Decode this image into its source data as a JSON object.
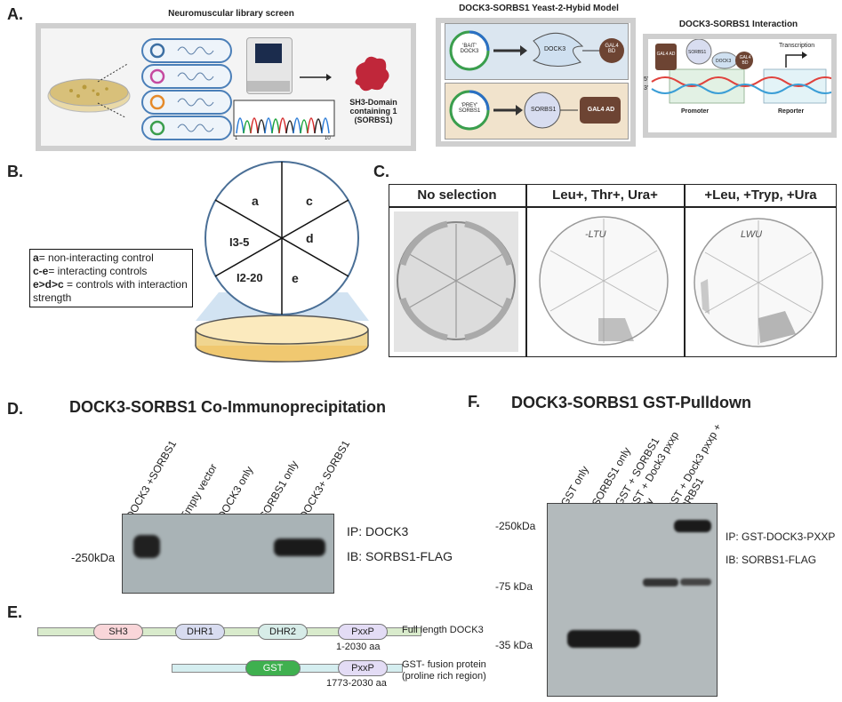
{
  "panels": {
    "a": "A.",
    "b": "B.",
    "c": "C.",
    "d": "D.",
    "e": "E.",
    "f": "F."
  },
  "panel_a": {
    "screen_title": "Neuromuscular library screen",
    "seq_axis_start": "1",
    "seq_axis_end": "10",
    "result_label": "SH3-Domain containing 1 (SORBS1)",
    "y2h_title": "DOCK3-SORBS1 Yeast-2-Hybid Model",
    "bait_plasmid": "'BAIT' DOCK3",
    "bait_protein": "DOCK3",
    "bait_domain": "GAL4 BD",
    "prey_plasmid": "'PREY' SORBS1",
    "prey_protein": "SORBS1",
    "prey_domain": "GAL4 AD",
    "interaction_title": "DOCK3-SORBS1 Interaction",
    "int_ad": "GAL4 AD",
    "int_sorbs1": "SORBS1",
    "int_dock3": "DOCK3",
    "int_bd": "GAL4 BD",
    "transcription": "Transcription",
    "strand5": "5'",
    "strand3": "3'",
    "promoter": "Promoter",
    "reporter": "Reporter",
    "colors": {
      "sorbs1": "#c0273a",
      "bait_box": "#dbe6f0",
      "prey_box": "#f1e3cc",
      "gal4": "#6d4433"
    }
  },
  "panel_b": {
    "sectors": [
      "a",
      "c",
      "d",
      "e",
      "I2-20",
      "I3-5"
    ],
    "legend": [
      {
        "key": "a",
        "text": "= non-interacting control"
      },
      {
        "key": "c-e",
        "text": "= interacting controls"
      },
      {
        "key": "e>d>c",
        "text": " = controls with interaction strength"
      }
    ]
  },
  "panel_c": {
    "conditions": [
      "No selection",
      "Leu+, Thr+, Ura+",
      "+Leu, +Tryp, +Ura"
    ],
    "plate_writing": [
      "",
      "-LTU",
      "LWU"
    ]
  },
  "panel_d": {
    "title": "DOCK3-SORBS1 Co-Immunoprecipitation",
    "lanes": [
      "DOCK3 +SORBS1",
      "Empty vector",
      "DOCK3 only",
      "SORBS1 only",
      "DOCK3+ SORBS1"
    ],
    "marker": "-250kDa",
    "ip": "IP: DOCK3",
    "ib": "IB: SORBS1-FLAG"
  },
  "panel_e": {
    "full_domains": [
      "SH3",
      "DHR1",
      "DHR2",
      "PxxP"
    ],
    "full_label": "Full length DOCK3",
    "full_range": "1-2030 aa",
    "fusion_domains": [
      "GST",
      "PxxP"
    ],
    "fusion_label": "GST- fusion protein (proline rich region)",
    "fusion_range": "1773-2030 aa"
  },
  "panel_f": {
    "title": "DOCK3-SORBS1 GST-Pulldown",
    "lanes": [
      "GST only",
      "SORBS1 only",
      "GST + SORBS1",
      "GST + Dock3 pxxp only",
      "GST + Dock3 pxxp + SORBS1"
    ],
    "markers": [
      "-250kDa",
      "-75 kDa",
      "-35 kDa"
    ],
    "ip": "IP: GST-DOCK3-PXXP",
    "ib": "IB: SORBS1-FLAG"
  }
}
